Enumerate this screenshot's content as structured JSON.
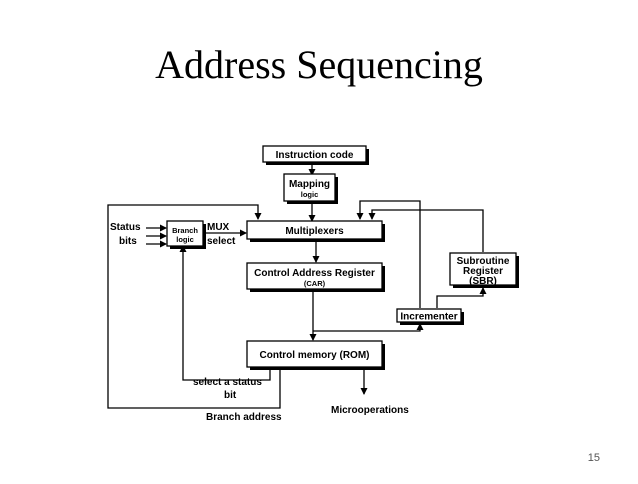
{
  "slide": {
    "title": "Address Sequencing",
    "page_number": "15"
  },
  "blocks": {
    "instruction_code": "Instruction code",
    "mapping_line1": "Mapping",
    "mapping_line2": "logic",
    "multiplexers": "Multiplexers",
    "car_line1": "Control Address Register",
    "car_line2": "(CAR)",
    "incrementer": "Incrementer",
    "sbr_line1": "Subroutine",
    "sbr_line2": "Register",
    "sbr_line3": "(SBR)",
    "control_memory": "Control memory (ROM)",
    "branch_line1": "Branch",
    "branch_line2": "logic"
  },
  "labels": {
    "status_line1": "Status",
    "status_line2": "bits",
    "mux_line1": "MUX",
    "mux_line2": "select",
    "select_status_line1": "select a status",
    "select_status_line2": "bit",
    "branch_address": "Branch address",
    "microoperations": "Microoperations"
  }
}
